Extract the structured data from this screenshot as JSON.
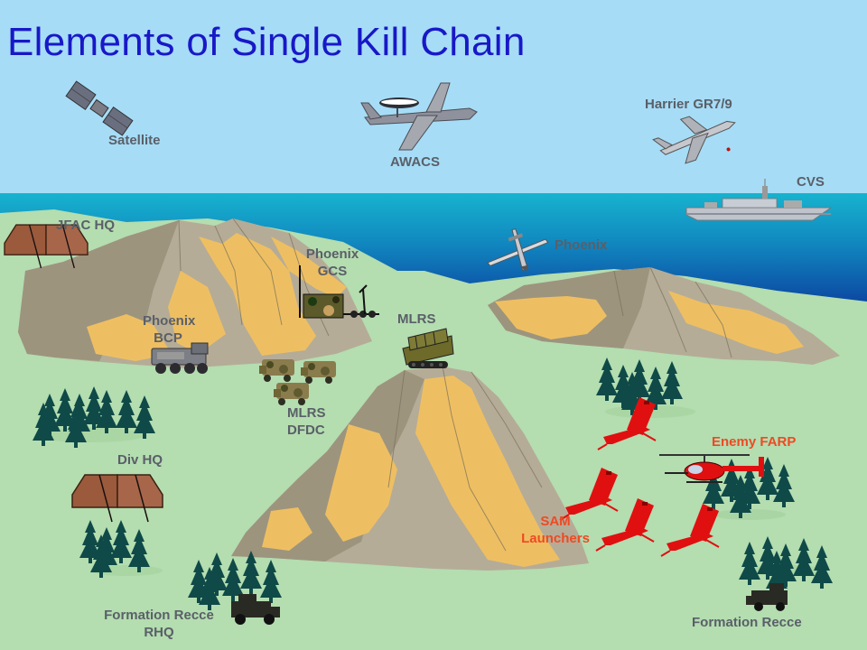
{
  "title": "Elements of Single Kill Chain",
  "colors": {
    "title": "#1818c8",
    "sky": "#a6dcf6",
    "sea_top": "#16a8c8",
    "sea_bottom": "#0b2f98",
    "land": "#b4ddb0",
    "mountain": "#b5ac97",
    "ochre": "#eebf62",
    "tree": "#0f4a48",
    "enemy": "#e01010",
    "label": "#5a5f68",
    "enemy_label": "#ee4a23"
  },
  "labels": {
    "satellite": "Satellite",
    "awacs": "AWACS",
    "harrier": "Harrier GR7/9",
    "cvs": "CVS",
    "jfac_hq": "JFAC HQ",
    "phoenix_gcs_1": "Phoenix",
    "phoenix_gcs_2": "GCS",
    "phoenix": "Phoenix",
    "phoenix_bcp_1": "Phoenix",
    "phoenix_bcp_2": "BCP",
    "mlrs": "MLRS",
    "mlrs_dfdc_1": "MLRS",
    "mlrs_dfdc_2": "DFDC",
    "div_hq": "Div HQ",
    "enemy_farp": "Enemy FARP",
    "sam_1": "SAM",
    "sam_2": "Launchers",
    "formation_recce_rhq_1": "Formation Recce",
    "formation_recce_rhq_2": "RHQ",
    "formation_recce": "Formation Recce"
  },
  "icons": [
    "satellite-icon",
    "awacs-aircraft-icon",
    "harrier-jet-icon",
    "carrier-ship-icon",
    "uav-icon",
    "tent-icon",
    "truck-icon",
    "mlrs-launcher-icon",
    "sam-launcher-icon",
    "helicopter-icon",
    "conifer-tree-icon"
  ]
}
